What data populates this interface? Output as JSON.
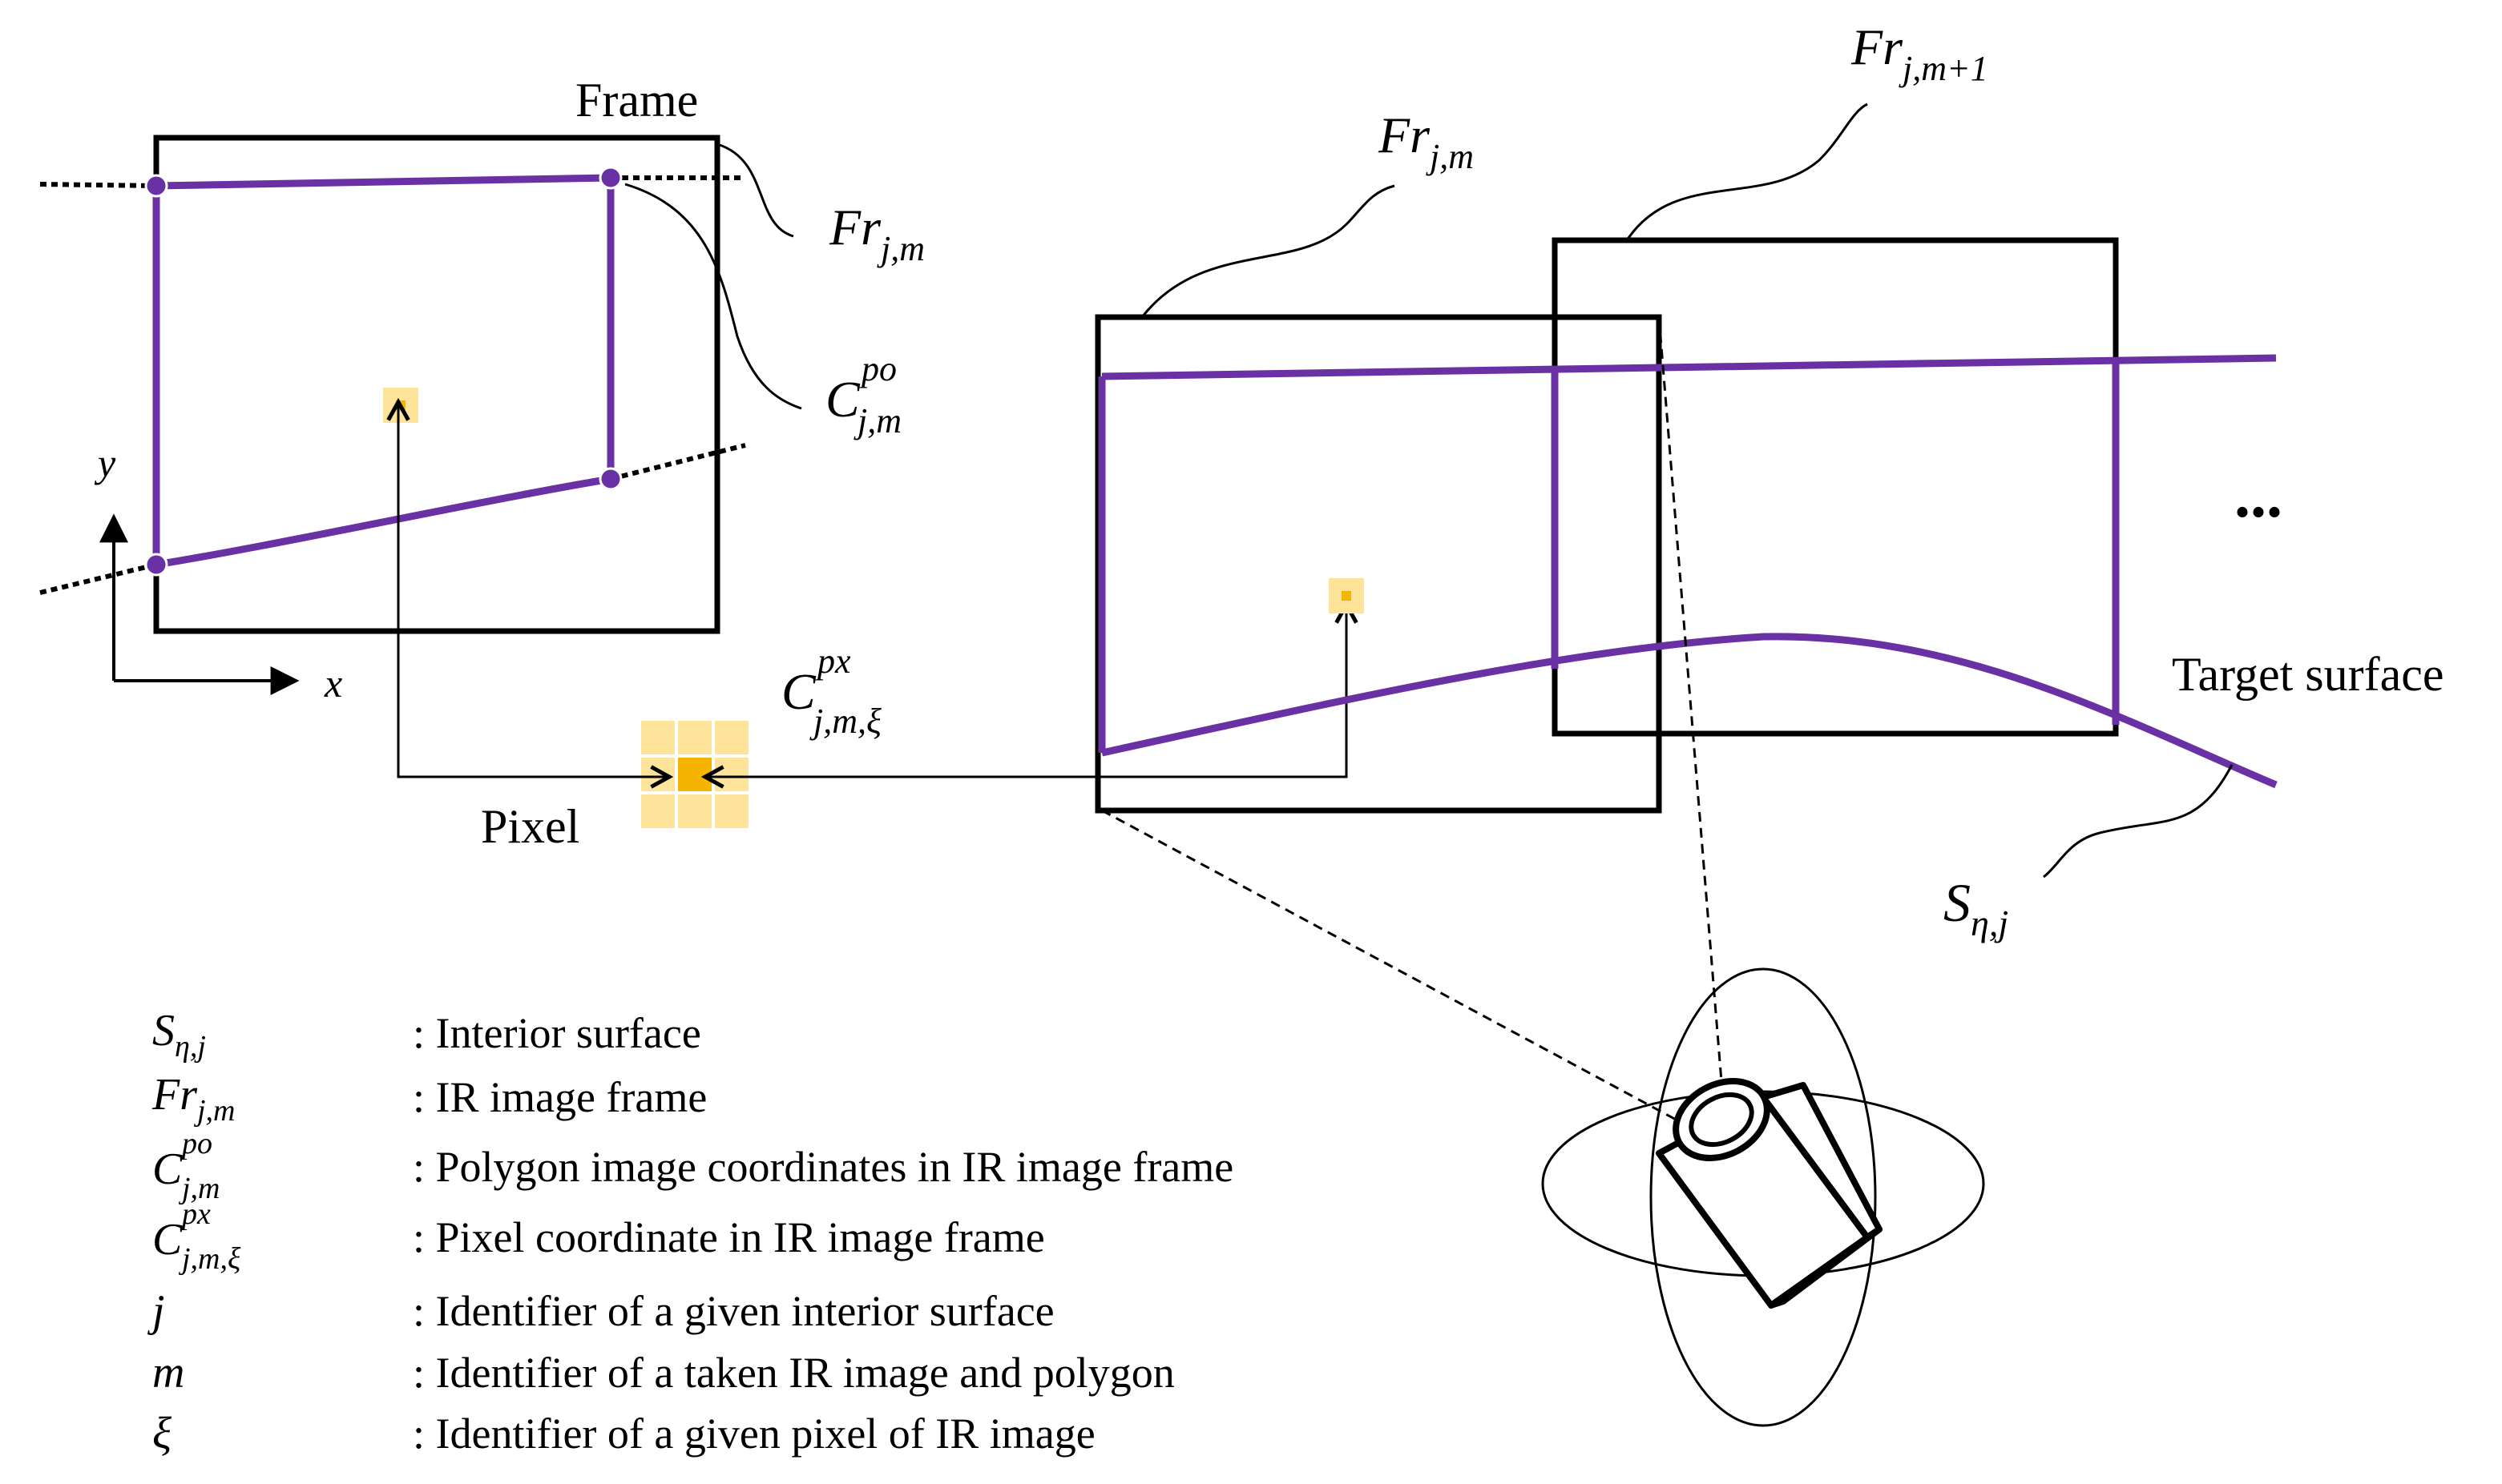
{
  "colors": {
    "surface": "#6a31a5",
    "pixel_light": "#fde49a",
    "pixel_dark": "#f5b400",
    "ink": "#000000"
  },
  "left_panel": {
    "frame_label": "Frame",
    "callout_fr": {
      "main": "Fr",
      "sub": "j,m"
    },
    "callout_cpo": {
      "main": "C",
      "sup": "po",
      "sub": "j,m"
    },
    "axis_y": "y",
    "axis_x": "x",
    "pixel_label": "Pixel",
    "callout_cpx": {
      "main": "C",
      "sup": "px",
      "sub": "j,m,ξ"
    }
  },
  "right_panel": {
    "frame1_label": {
      "main": "Fr",
      "sub": "j,m"
    },
    "frame2_label": {
      "main": "Fr",
      "sub": "j,m+1"
    },
    "ellipsis": "...",
    "target_surface_label": "Target surface",
    "surface_label": {
      "main": "S",
      "sub": "η,j"
    }
  },
  "legend": [
    {
      "sym": "S",
      "sub": "η,j",
      "desc": ": Interior surface"
    },
    {
      "sym": "Fr",
      "sub": "j,m",
      "desc": ": IR image frame"
    },
    {
      "sym": "C",
      "sup": "po",
      "sub": "j,m",
      "desc": ": Polygon image coordinates in IR image frame"
    },
    {
      "sym": "C",
      "sup": "px",
      "sub": "j,m,ξ",
      "desc": ": Pixel coordinate in IR image frame"
    },
    {
      "sym": "j",
      "desc": ": Identifier of a given interior surface"
    },
    {
      "sym": "m",
      "desc": ": Identifier of a taken IR image and polygon"
    },
    {
      "sym": "ξ",
      "desc": ": Identifier of a given pixel of IR image"
    }
  ]
}
